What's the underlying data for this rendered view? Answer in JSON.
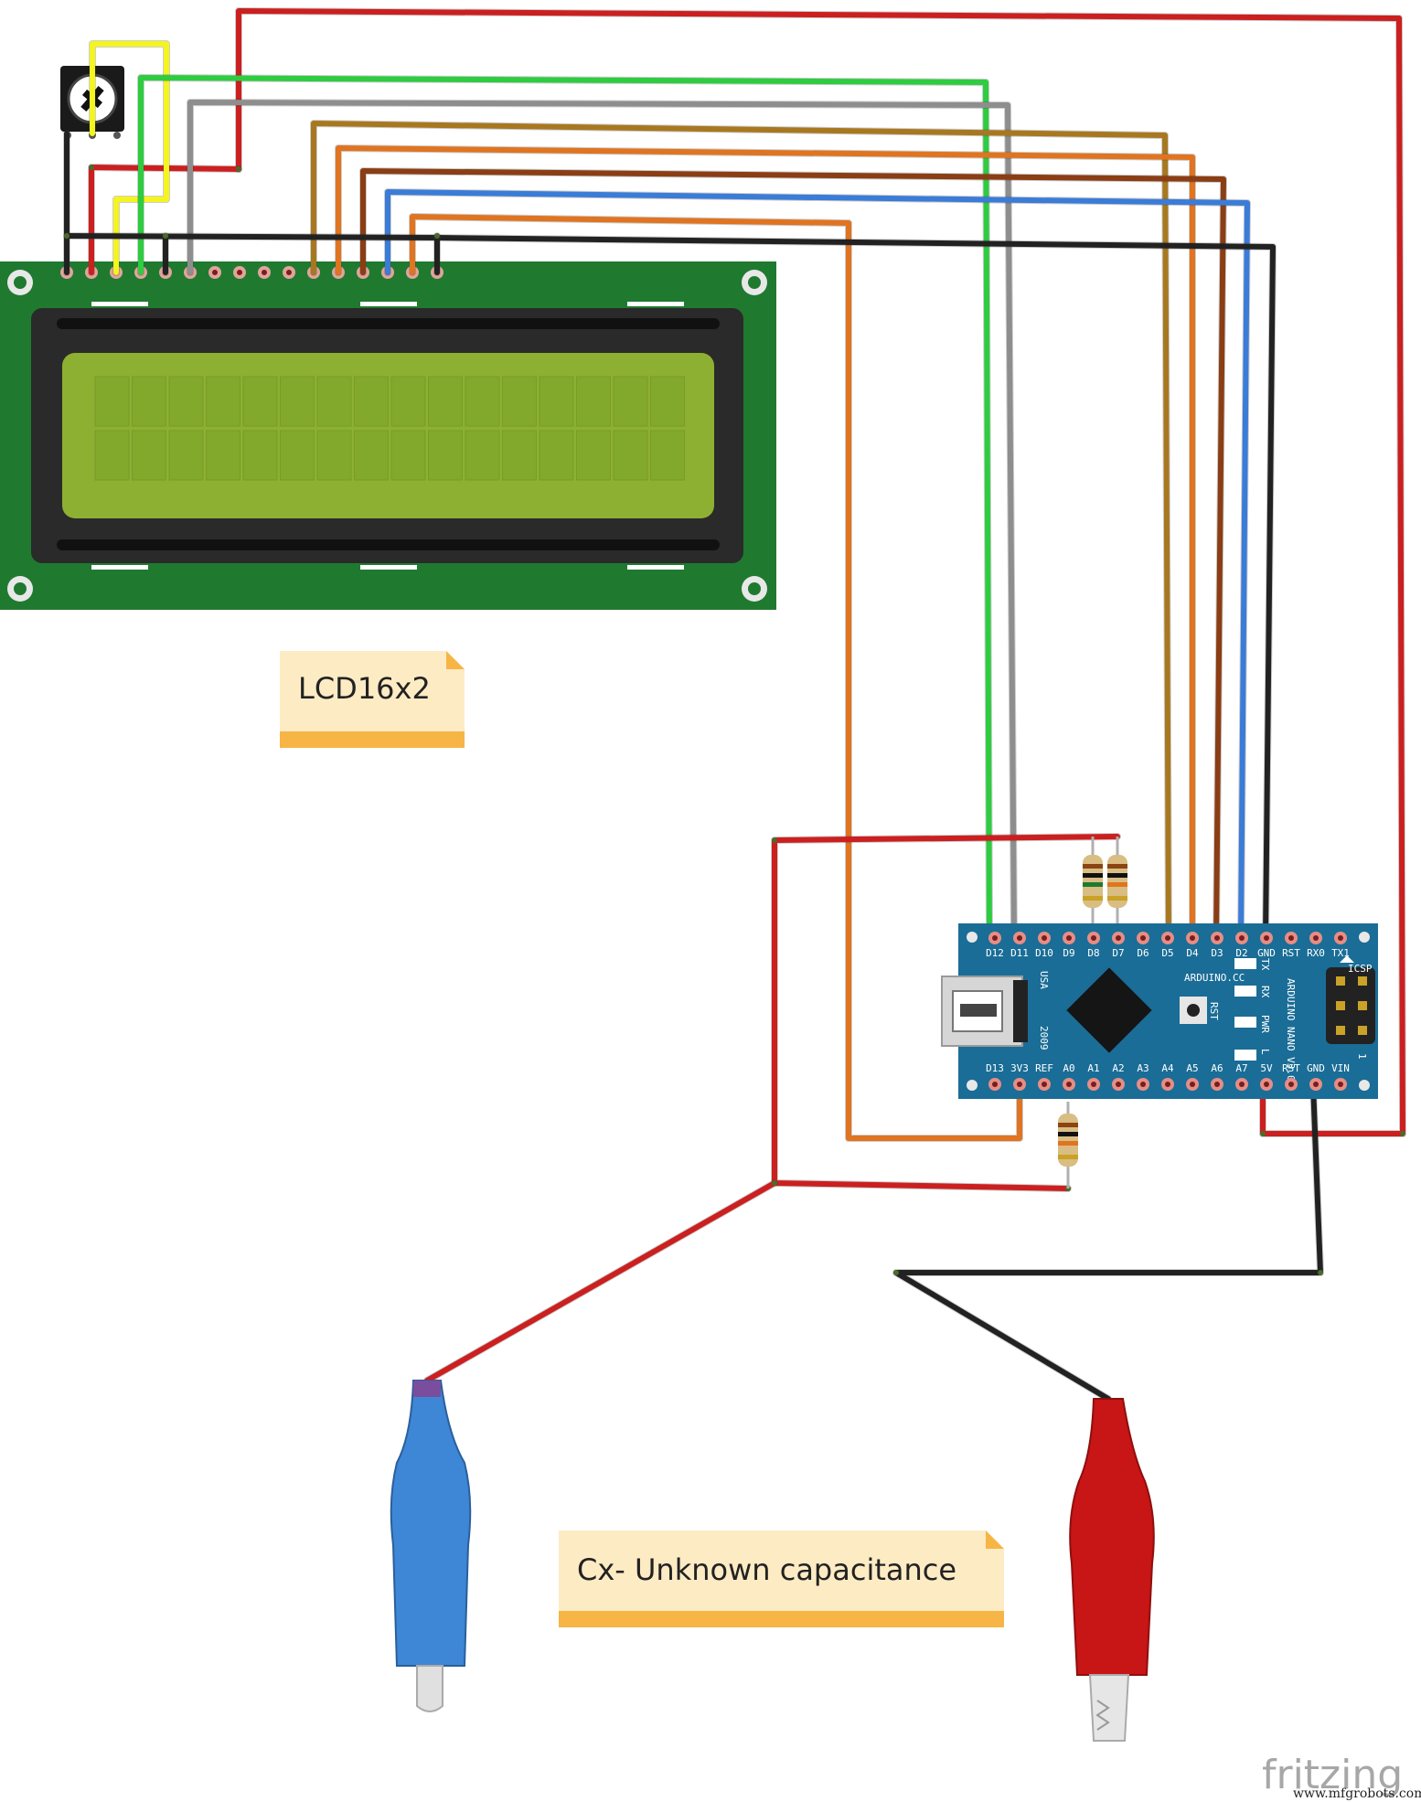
{
  "notes": {
    "lcd_label": "LCD16x2",
    "probe_label": "Cx- Unknown capacitance"
  },
  "board": {
    "top_pins": [
      "D12",
      "D11",
      "D10",
      "D9",
      "D8",
      "D7",
      "D6",
      "D5",
      "D4",
      "D3",
      "D2",
      "GND",
      "RST",
      "RX0",
      "TX1"
    ],
    "bottom_pins": [
      "D13",
      "3V3",
      "REF",
      "A0",
      "A1",
      "A2",
      "A3",
      "A4",
      "A5",
      "A6",
      "A7",
      "5V",
      "RST",
      "GND",
      "VIN"
    ],
    "silk_brand": "ARDUINO.CC",
    "silk_model": "ARDUINO NANO V3.0",
    "silk_usa": "USA",
    "silk_year": "2009",
    "silk_rst": "RST",
    "silk_tx": "TX",
    "silk_rx": "RX",
    "silk_pwr": "PWR",
    "silk_l": "L",
    "silk_icsp": "ICSP",
    "silk_one": "1"
  },
  "footer": {
    "brand": "fritzing",
    "url": "www.mfgrobots.com"
  },
  "colors": {
    "wire_red": "#cc1f1f",
    "wire_black": "#222222",
    "wire_green": "#2ecc40",
    "wire_gray": "#8e8e8e",
    "wire_yellow": "#f4f41f",
    "wire_dark_gold": "#a87820",
    "wire_orange": "#e07420",
    "wire_brown": "#8b3d14",
    "wire_blue": "#3a7cd8",
    "lcd_pcb": "#1f7a30",
    "lcd_screen": "#8db032",
    "nano_board": "#1a6d96",
    "note_fill": "#fdebc4",
    "note_bar": "#f6b545"
  }
}
